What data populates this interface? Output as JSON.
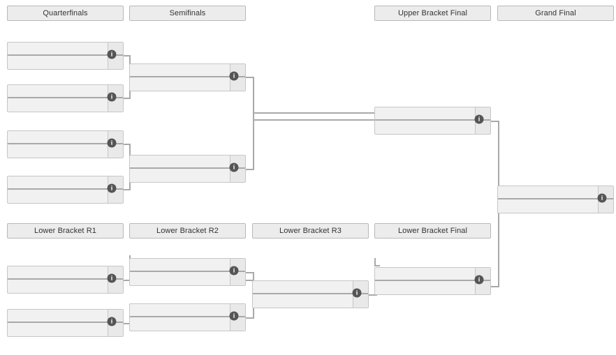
{
  "bracket": {
    "title": "Double Elimination Tournament Bracket",
    "accent_color": "#a9a9a9",
    "box_fill": "#f1f1f1",
    "score_fill": "#e9e9e9",
    "header_fill": "#ececec",
    "info_icon_color": "#555555",
    "info_icon_glyph": "i"
  },
  "headers": {
    "upper": [
      {
        "label": "Quarterfinals"
      },
      {
        "label": "Semifinals"
      },
      {
        "label": "Upper Bracket Final"
      },
      {
        "label": "Grand Final"
      }
    ],
    "lower": [
      {
        "label": "Lower Bracket R1"
      },
      {
        "label": "Lower Bracket R2"
      },
      {
        "label": "Lower Bracket R3"
      },
      {
        "label": "Lower Bracket Final"
      }
    ]
  },
  "matches": {
    "uq1": {
      "top": {
        "name": "",
        "score": ""
      },
      "bottom": {
        "name": "",
        "score": ""
      },
      "info": "i"
    },
    "uq2": {
      "top": {
        "name": "",
        "score": ""
      },
      "bottom": {
        "name": "",
        "score": ""
      },
      "info": "i"
    },
    "uq3": {
      "top": {
        "name": "",
        "score": ""
      },
      "bottom": {
        "name": "",
        "score": ""
      },
      "info": "i"
    },
    "uq4": {
      "top": {
        "name": "",
        "score": ""
      },
      "bottom": {
        "name": "",
        "score": ""
      },
      "info": "i"
    },
    "us1": {
      "top": {
        "name": "",
        "score": ""
      },
      "bottom": {
        "name": "",
        "score": ""
      },
      "info": "i"
    },
    "us2": {
      "top": {
        "name": "",
        "score": ""
      },
      "bottom": {
        "name": "",
        "score": ""
      },
      "info": "i"
    },
    "ubf": {
      "top": {
        "name": "",
        "score": ""
      },
      "bottom": {
        "name": "",
        "score": ""
      },
      "info": "i"
    },
    "gf": {
      "top": {
        "name": "",
        "score": ""
      },
      "bottom": {
        "name": "",
        "score": ""
      },
      "info": "i"
    },
    "lr1a": {
      "top": {
        "name": "",
        "score": ""
      },
      "bottom": {
        "name": "",
        "score": ""
      },
      "info": "i"
    },
    "lr1b": {
      "top": {
        "name": "",
        "score": ""
      },
      "bottom": {
        "name": "",
        "score": ""
      },
      "info": "i"
    },
    "lr2a": {
      "top": {
        "name": "",
        "score": ""
      },
      "bottom": {
        "name": "",
        "score": ""
      },
      "info": "i"
    },
    "lr2b": {
      "top": {
        "name": "",
        "score": ""
      },
      "bottom": {
        "name": "",
        "score": ""
      },
      "info": "i"
    },
    "lr3": {
      "top": {
        "name": "",
        "score": ""
      },
      "bottom": {
        "name": "",
        "score": ""
      },
      "info": "i"
    },
    "lbf": {
      "top": {
        "name": "",
        "score": ""
      },
      "bottom": {
        "name": "",
        "score": ""
      },
      "info": "i"
    }
  }
}
